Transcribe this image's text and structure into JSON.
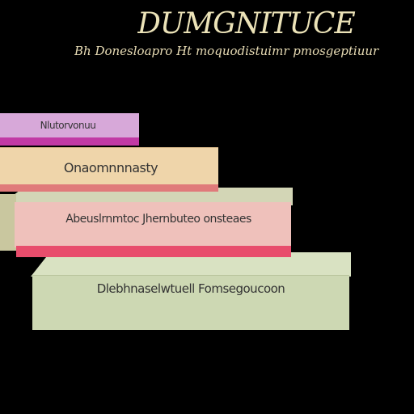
{
  "heading": {
    "title": "DUMGNITUCE",
    "subtitle": "Bh Donesloapro Ht moquodistuimr pmosgeptiuur"
  },
  "steps": [
    {
      "label": "Nlutorvonuu"
    },
    {
      "label": "Onaomnnnasty"
    },
    {
      "label": "Abeuslrnmtoc Jhernbuteo onsteaes"
    },
    {
      "label": "Dlebhnaselwtuell Fomsegoucoon"
    }
  ],
  "colors": {
    "background": "#000000",
    "title": "#ece3b8",
    "step_1_face": "#d7a8d9",
    "step_1_base": "#c13aa5",
    "step_2_face": "#efd5aa",
    "step_2_base": "#e07a7a",
    "step_3_face": "#efc1bb",
    "step_3_base": "#e84d6c",
    "step_4_face": "#cdd8b3",
    "step_4_top": "#d9e2c2"
  }
}
